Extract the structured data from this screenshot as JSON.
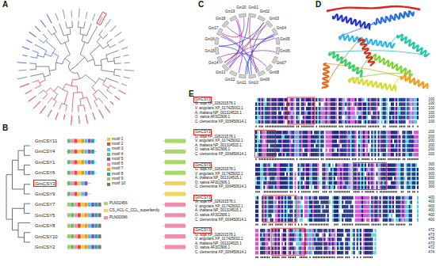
{
  "diagram": {
    "nodes": [
      {
        "text": [
          "GmCSY3"
        ]
      },
      {
        "text": [
          "GmCSY3"
        ]
      },
      {
        "text": [
          "GmCSY3"
        ]
      },
      {
        "text": [
          "GmCSY3"
        ]
      },
      {
        "text": [
          "GmCSY3"
        ]
      },
      {
        "text": [
          "GmCSY3"
        ]
      }
    ],
    "labels": [
      "A",
      "B",
      "C",
      "D",
      "E",
      "GmCSY11",
      "GmCSY4",
      "GmCSY1",
      "GmCSY6",
      "GmCSY9",
      "GmCSY7",
      "GmCSY5",
      "GmCSY8",
      "GmCSY10",
      "GmCSY2",
      "Gm01",
      "Gm02",
      "Gm03",
      "Gm04",
      "Gm05",
      "Gm06",
      "Gm07",
      "Gm08",
      "Gm09",
      "Gm10",
      "Gm11",
      "Gm12",
      "Gm13",
      "Gm14",
      "Gm15",
      "Gm16",
      "Gm17",
      "Gm18",
      "Gm19",
      "Gm20",
      "G. soja XP_028201578.1",
      "V. angularis XP_017425002.1",
      "A. thaliana NP_001324515.1",
      "O. sativa AF302906.1",
      "C. clementina XP_006450614.1",
      "G. soja XP_028201578.1",
      "V. angularis XP_017425002.1",
      "A. thaliana NP_001324515.1",
      "O. sativa AF302906.1",
      "C. clementina XP_006450614.1",
      "G. soja XP_028201578.1",
      "V. angularis XP_017425002.1",
      "A. thaliana NP_001324515.1",
      "O. sativa AF302906.1",
      "C. clementina XP_006450614.1",
      "G. soja XP_028201578.1",
      "V. angularis XP_017425002.1",
      "A. thaliana NP_001324515.1",
      "O. sativa AF302906.1",
      "C. clementina XP_006450614.1",
      "G. soja XP_028201578.1",
      "V. angularis XP_017425002.1",
      "A. thaliana NP_001324515.1",
      "O. sativa AF302906.1",
      "C. clementina XP_006450614.1",
      "100",
      "100",
      "100",
      "100",
      "100",
      "100",
      "200",
      "200",
      "200",
      "200",
      "200",
      "200",
      "300",
      "300",
      "300",
      "300",
      "300",
      "300",
      "400",
      "400",
      "400",
      "400",
      "400",
      "400",
      "472",
      "473",
      "475",
      "470",
      "472",
      "474"
    ],
    "legend": [
      {
        "text": "motif 1",
        "color": "#f4c542"
      },
      {
        "text": "motif 2",
        "color": "#e8453c"
      },
      {
        "text": "motif 3",
        "color": "#4fc3f7"
      },
      {
        "text": "motif 4",
        "color": "#66bb6a"
      },
      {
        "text": "motif 5",
        "color": "#7e57c2"
      },
      {
        "text": "motif 6",
        "color": "#f48fb1"
      },
      {
        "text": "motif 7",
        "color": "#ff9800"
      },
      {
        "text": "motif 8",
        "color": "#26a69a"
      },
      {
        "text": "motif 9",
        "color": "#9ccc65"
      },
      {
        "text": "motif 10",
        "color": "#8d6e63"
      },
      {
        "text": "PLN02456",
        "color": "#a8d86a"
      },
      {
        "text": "CS_ACL-C_CCL_superfamily",
        "color": "#f3d35a"
      },
      {
        "text": "PLN00096",
        "color": "#f28cb1"
      }
    ]
  }
}
